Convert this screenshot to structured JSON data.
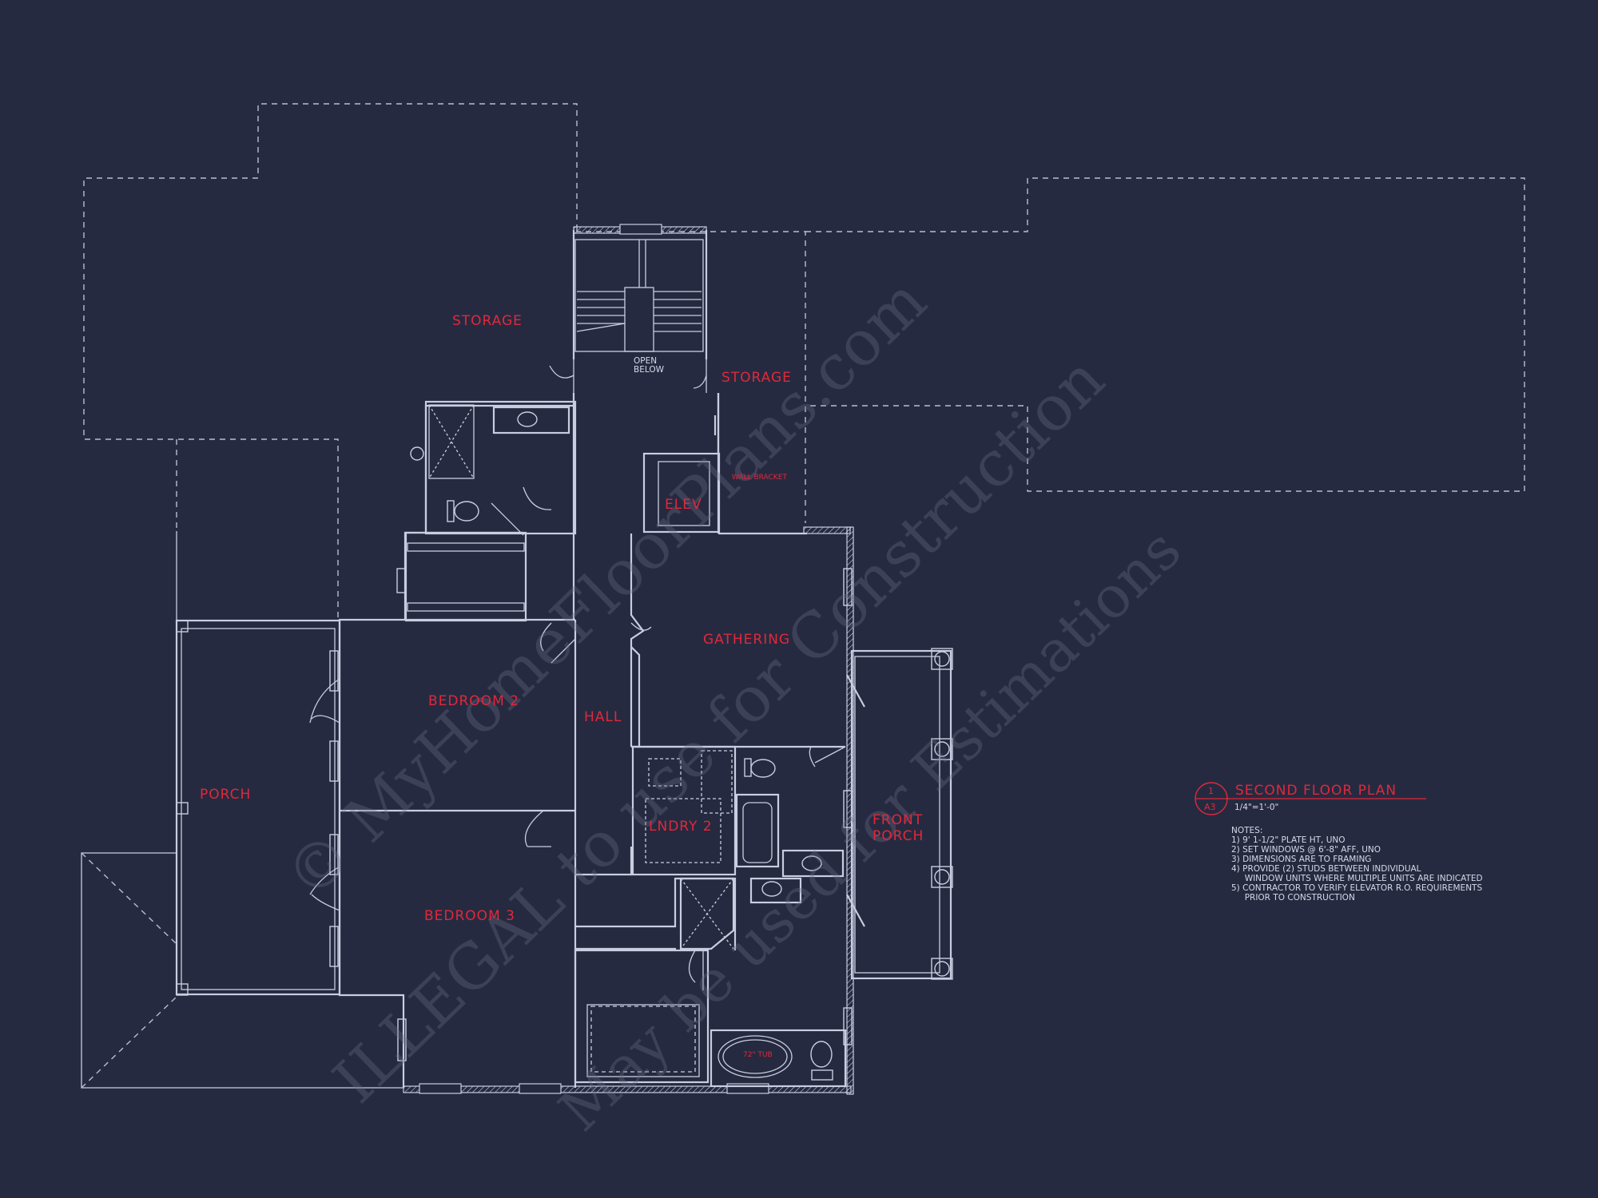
{
  "rooms": {
    "storage_left": "STORAGE",
    "storage_right": "STORAGE",
    "open_below": [
      "OPEN",
      "BELOW"
    ],
    "elev": "ELEV",
    "elev_note": "WALL BRACKET",
    "gathering": "GATHERING",
    "bedroom2": "BEDROOM 2",
    "bedroom3": "BEDROOM 3",
    "hall": "HALL",
    "porch": "PORCH",
    "front_porch": [
      "FRONT",
      "PORCH"
    ],
    "laundry": "LNDRY 2",
    "tub": "72\" TUB"
  },
  "title_block": {
    "detail_number": "1",
    "sheet": "A3",
    "title": "SECOND FLOOR PLAN",
    "scale": "1/4\"=1'-0\""
  },
  "notes": {
    "heading": "NOTES:",
    "lines": [
      "1) 9' 1-1/2\" PLATE HT, UNO",
      "2) SET WINDOWS @ 6'-8\" AFF, UNO",
      "3) DIMENSIONS ARE TO FRAMING",
      "4) PROVIDE (2) STUDS BETWEEN INDIVIDUAL",
      "     WINDOW UNITS WHERE MULTIPLE UNITS ARE INDICATED",
      "5) CONTRACTOR TO VERIFY ELEVATOR R.O. REQUIREMENTS",
      "     PRIOR TO CONSTRUCTION"
    ]
  },
  "watermark": {
    "line1": "© MyHomeFloorPlans.com",
    "line2": "ILLEGAL to use for Construction",
    "line3": "May be used for Estimations"
  },
  "colors": {
    "background": "#262a40",
    "lines": "#c9cde0",
    "labels": "#e0283c"
  }
}
